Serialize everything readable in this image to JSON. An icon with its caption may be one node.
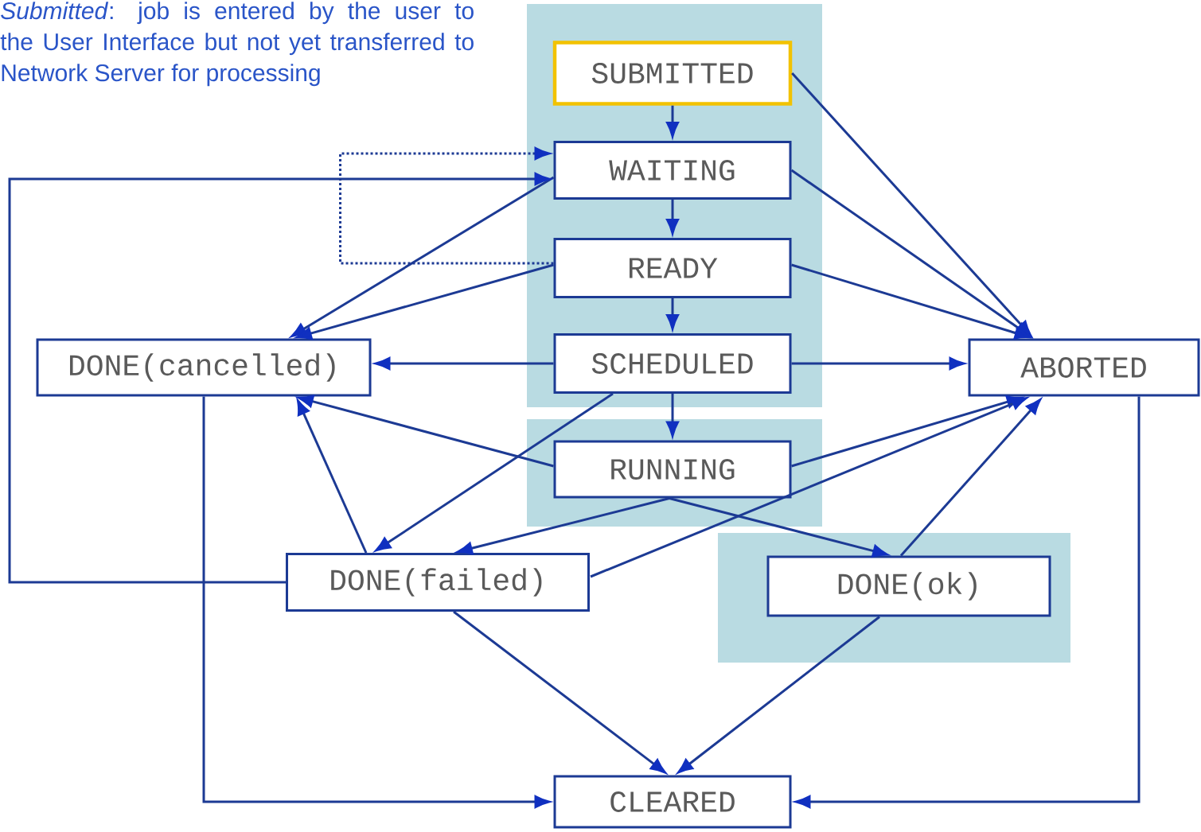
{
  "diagram": {
    "nodes": [
      {
        "text": [
          "SUBMITTED"
        ]
      },
      {
        "text": [
          "WAITING"
        ]
      },
      {
        "text": [
          "READY"
        ]
      },
      {
        "text": [
          "SCHEDULED"
        ]
      },
      {
        "text": [
          "RUNNING"
        ]
      },
      {
        "text": [
          "DONE(cancelled)"
        ]
      },
      {
        "text": [
          "ABORTED"
        ]
      },
      {
        "text": [
          "DONE(failed)"
        ]
      },
      {
        "text": [
          "DONE(ok)"
        ]
      },
      {
        "text": [
          "CLEARED"
        ]
      }
    ],
    "edges": [
      {
        "from": 0,
        "to": 1,
        "arrow": "to"
      },
      {
        "from": 1,
        "to": 2,
        "arrow": "to"
      },
      {
        "from": 2,
        "to": 3,
        "arrow": "to"
      },
      {
        "from": 3,
        "to": 4,
        "arrow": "to"
      },
      {
        "from": 0,
        "to": 6,
        "arrow": "to"
      },
      {
        "from": 1,
        "to": 6,
        "arrow": "to"
      },
      {
        "from": 2,
        "to": 6,
        "arrow": "to"
      },
      {
        "from": 3,
        "to": 6,
        "arrow": "to"
      },
      {
        "from": 4,
        "to": 6,
        "arrow": "to"
      },
      {
        "from": 7,
        "to": 6,
        "arrow": "to"
      },
      {
        "from": 8,
        "to": 6,
        "arrow": "to"
      },
      {
        "from": 1,
        "to": 5,
        "arrow": "to"
      },
      {
        "from": 2,
        "to": 5,
        "arrow": "to"
      },
      {
        "from": 3,
        "to": 5,
        "arrow": "to"
      },
      {
        "from": 2,
        "to": 1,
        "arrow": "to",
        "style": "dashed"
      },
      {
        "from": 7,
        "to": 1,
        "arrow": "to"
      },
      {
        "from": 4,
        "to": 5,
        "arrow": "to"
      },
      {
        "from": 7,
        "to": 5,
        "arrow": "to"
      },
      {
        "from": 3,
        "to": 7,
        "arrow": "to"
      },
      {
        "from": 4,
        "to": 7,
        "arrow": "to"
      },
      {
        "from": 4,
        "to": 8,
        "arrow": "to"
      },
      {
        "from": 7,
        "to": 9,
        "arrow": "to"
      },
      {
        "from": 8,
        "to": 9,
        "arrow": "to"
      },
      {
        "from": 5,
        "to": 9,
        "arrow": "to"
      },
      {
        "from": 6,
        "to": 9,
        "arrow": "to"
      }
    ],
    "labels": [
      "*Submitted*: job is entered by the user to the User Interface but not yet transferred to Network Server for processing"
    ]
  }
}
